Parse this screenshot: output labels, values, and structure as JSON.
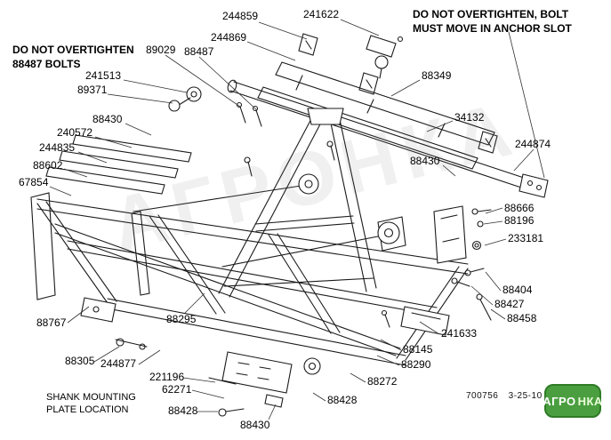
{
  "notes": {
    "overtighten_left": {
      "line1": "DO NOT OVERTIGHTEN",
      "line2": "88487 BOLTS"
    },
    "overtighten_right": {
      "line1": "DO NOT OVERTIGHTEN, BOLT",
      "line2": "MUST MOVE IN ANCHOR SLOT"
    },
    "shank": {
      "line1": "SHANK MOUNTING",
      "line2": "PLATE LOCATION"
    }
  },
  "labels": [
    {
      "text": "244859"
    },
    {
      "text": "241622"
    },
    {
      "text": "244869"
    },
    {
      "text": "89029"
    },
    {
      "text": "88487"
    },
    {
      "text": "241513"
    },
    {
      "text": "88349"
    },
    {
      "text": "89371"
    },
    {
      "text": "88430"
    },
    {
      "text": "34132"
    },
    {
      "text": "240572"
    },
    {
      "text": "244835"
    },
    {
      "text": "244874"
    },
    {
      "text": "88602"
    },
    {
      "text": "88430"
    },
    {
      "text": "67854"
    },
    {
      "text": "88666"
    },
    {
      "text": "88196"
    },
    {
      "text": "233181"
    },
    {
      "text": "88404"
    },
    {
      "text": "88427"
    },
    {
      "text": "88767"
    },
    {
      "text": "88295"
    },
    {
      "text": "88458"
    },
    {
      "text": "241633"
    },
    {
      "text": "88145"
    },
    {
      "text": "88305"
    },
    {
      "text": "244877"
    },
    {
      "text": "88290"
    },
    {
      "text": "221196"
    },
    {
      "text": "62271"
    },
    {
      "text": "88272"
    },
    {
      "text": "88428"
    },
    {
      "text": "88428"
    },
    {
      "text": "88430"
    }
  ],
  "footer": {
    "doc": "700756",
    "date": "3-25-10"
  },
  "logo": {
    "left": "АГРО",
    "right": "НКА"
  },
  "watermark": "АГРОНКА"
}
